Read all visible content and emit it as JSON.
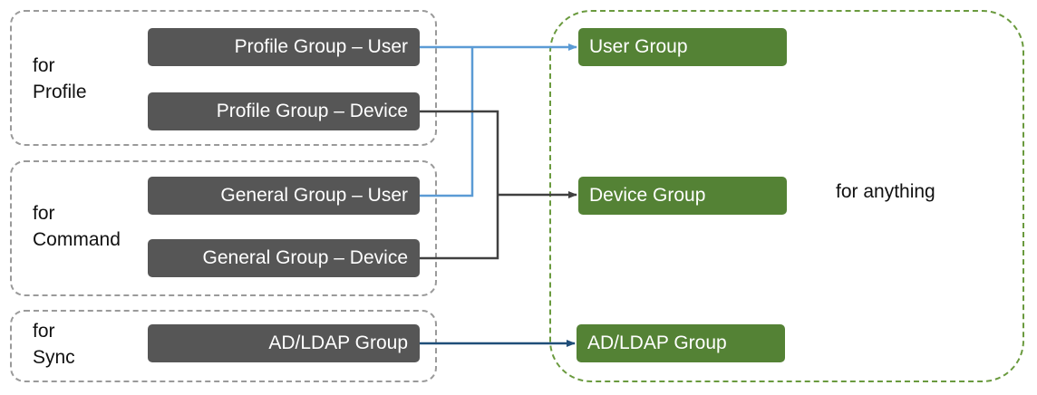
{
  "colors": {
    "source_box": "#565656",
    "target_box": "#548235",
    "group_border": "#9a9a9a",
    "target_border": "#6a9a3e",
    "user_arrow": "#5b9bd5",
    "device_arrow": "#404040",
    "sync_arrow": "#1f4e79"
  },
  "purposes": {
    "profile": {
      "line1": "for",
      "line2": "Profile"
    },
    "command": {
      "line1": "for",
      "line2": "Command"
    },
    "sync": {
      "line1": "for",
      "line2": "Sync"
    }
  },
  "sources": {
    "profile_user": "Profile Group – User",
    "profile_device": "Profile Group – Device",
    "general_user": "General Group – User",
    "general_device": "General Group – Device",
    "ad_ldap": "AD/LDAP Group"
  },
  "targets": {
    "user": "User Group",
    "device": "Device Group",
    "ad_ldap": "AD/LDAP Group"
  },
  "target_area_label": "for anything"
}
